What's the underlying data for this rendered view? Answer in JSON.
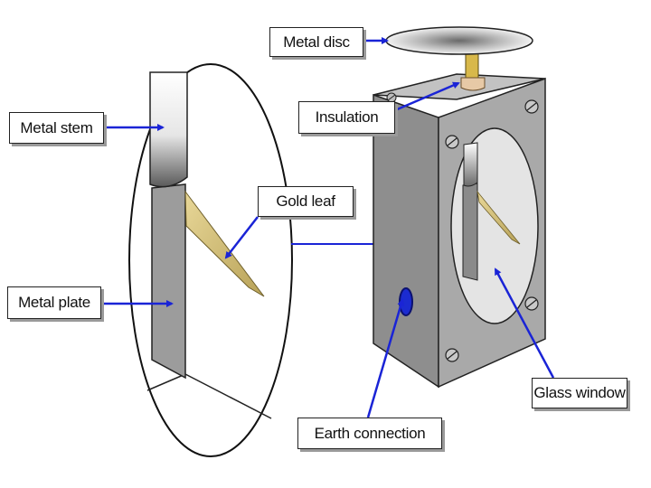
{
  "labels": {
    "metal_disc": "Metal disc",
    "insulation": "Insulation",
    "metal_stem": "Metal stem",
    "gold_leaf": "Gold leaf",
    "metal_plate": "Metal plate",
    "glass_window": "Glass window",
    "earth_connection": "Earth connection"
  },
  "colors": {
    "arrow": "#1a24d6",
    "case": "#a9a9a9",
    "case_top": "#c2c2c2",
    "case_side": "#8e8e8e",
    "gold": "#d6c27a",
    "plate": "#9c9c9c",
    "insulation": "#e7c9a6",
    "earth_socket": "#1b2bd0"
  }
}
